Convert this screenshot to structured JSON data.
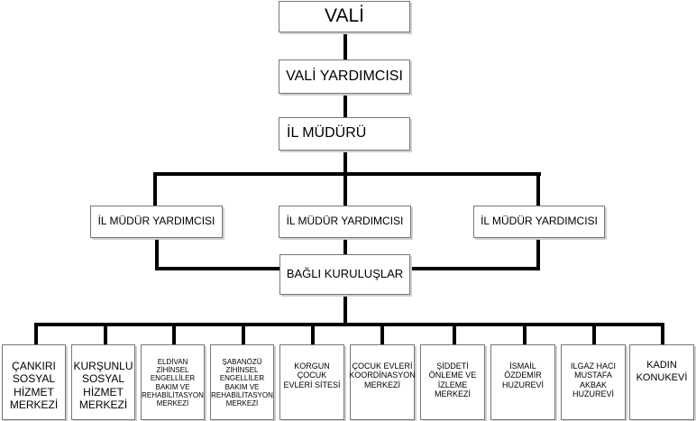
{
  "org": {
    "vali": "VALİ",
    "vali_yardimcisi": "VALİ YARDIMCISI",
    "il_muduru": "İL MÜDÜRÜ",
    "il_mudur_yardimcilari": [
      "İL MÜDÜR YARDIMCISI",
      "İL MÜDÜR YARDIMCISI",
      "İL MÜDÜR YARDIMCISI"
    ],
    "bagli_kuruluslar": "BAĞLI KURULUŞLAR",
    "units": [
      "ÇANKIRI SOSYAL HİZMET MERKEZİ",
      "KURŞUNLU SOSYAL HİZMET MERKEZİ",
      "ELDİVAN ZİHİNSEL ENGELLİLER BAKIM VE REHABİLİTASYON MERKEZİ",
      "ŞABANÖZÜ ZİHİNSEL ENGELLİLER BAKIM VE REHABİLİTASYON MERKEZİ",
      "KORGUN ÇOCUK EVLERİ SİTESİ",
      "ÇOCUK EVLERİ KOORDİNASYON MERKEZİ",
      "ŞİDDETİ ÖNLEME VE İZLEME MERKEZİ",
      "İSMAİL ÖZDEMİR HUZUREVİ",
      "ILGAZ HACI MUSTAFA AKBAK HUZUREVİ",
      "KADIN KONUKEVİ"
    ]
  },
  "colors": {
    "line": "#000000",
    "box_border": "#777777",
    "box_shadow": "#cfcfcf"
  }
}
